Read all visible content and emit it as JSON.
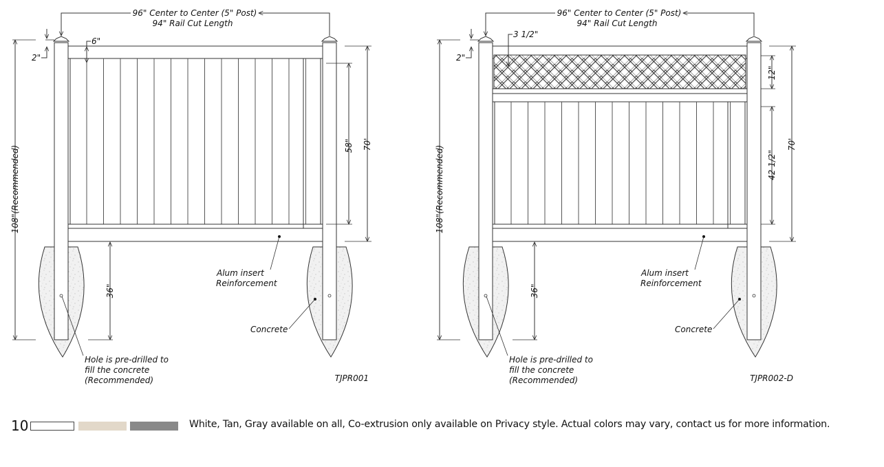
{
  "drawings": [
    {
      "id": "TJPR001",
      "style": "privacy",
      "labels": {
        "top_dim_line1": "96\" Center to Center (5\" Post)",
        "top_dim_line2": "94\" Rail Cut Length",
        "cap_dim": "2\"",
        "top_rail_dim": "6\"",
        "total_height": "108\"(Recommended)",
        "panel_height": "58\"",
        "above_ground": "70'",
        "below_ground": "36\"",
        "alum_insert": [
          "Alum insert",
          "Reinforcement"
        ],
        "concrete": "Concrete",
        "hole_note": [
          "Hole is pre-drilled to",
          "fill the concrete",
          "(Recommended)"
        ],
        "model_code": "TJPR001"
      }
    },
    {
      "id": "TJPR002-D",
      "style": "privacy-lattice",
      "labels": {
        "top_dim_line1": "96\" Center to Center (5\" Post)",
        "top_dim_line2": "94\" Rail Cut Length",
        "cap_dim": "2\"",
        "top_rail_dim": "3 1/2\"",
        "total_height": "108\"(Recommended)",
        "lattice_height": "12\"",
        "panel_height": "42 1/2\"",
        "above_ground": "70'",
        "below_ground": "36\"",
        "alum_insert": [
          "Alum insert",
          "Reinforcement"
        ],
        "concrete": "Concrete",
        "hole_note": [
          "Hole is pre-drilled to",
          "fill the concrete",
          "(Recommended)"
        ],
        "model_code": "TJPR002-D"
      }
    }
  ],
  "footer": {
    "page_number": "10",
    "swatches": [
      {
        "name": "White",
        "color": "#ffffff"
      },
      {
        "name": "Tan",
        "color": "#e2d8c9"
      },
      {
        "name": "Gray",
        "color": "#898989"
      }
    ],
    "note": "White, Tan, Gray available on all, Co-extrusion only available on Privacy style. Actual colors may vary, contact us for more information."
  }
}
